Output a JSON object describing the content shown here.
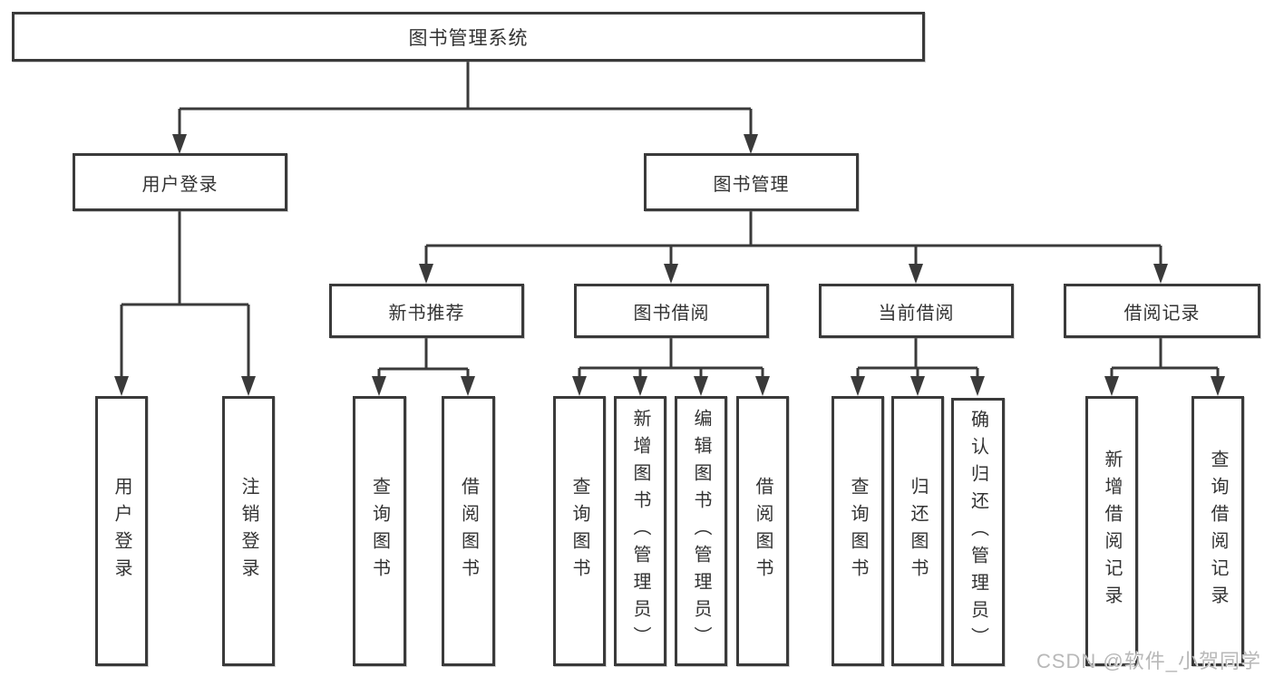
{
  "nodes": {
    "root": "图书管理系统",
    "user_login": "用户登录",
    "book_mgmt": "图书管理",
    "new_books": "新书推荐",
    "book_borrow": "图书借阅",
    "current_borrow": "当前借阅",
    "borrow_records": "借阅记录"
  },
  "leaves": {
    "user_login": [
      "用户登录",
      "注销登录"
    ],
    "new_books": [
      "查询图书",
      "借阅图书"
    ],
    "book_borrow": [
      "查询图书",
      "新增图书（管理员）",
      "编辑图书（管理员）",
      "借阅图书"
    ],
    "current_borrow": [
      "查询图书",
      "归还图书",
      "确认归还（管理员）"
    ],
    "borrow_records": [
      "新增借阅记录",
      "查询借阅记录"
    ]
  },
  "watermark": "CSDN @软件_小贺同学",
  "colors": {
    "line": "#3a3a3a",
    "box_border": "#3a3a3a",
    "text": "#333333",
    "background": "#ffffff",
    "watermark": "#b8b8b8"
  }
}
